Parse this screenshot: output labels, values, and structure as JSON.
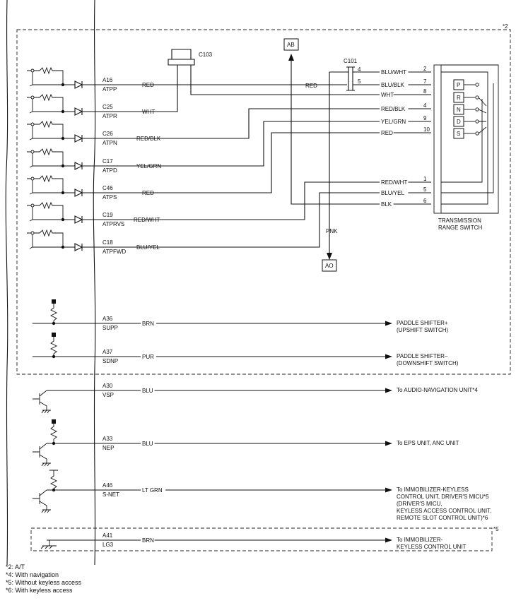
{
  "notes_ref": {
    "dash2": "*2",
    "dash5": "*5"
  },
  "c103": "C103",
  "c101": "C101",
  "ab": "AB",
  "ao": "AO",
  "pnk": "PNK",
  "inputs": [
    {
      "pin": "A16",
      "sig": "ATPP",
      "color": "RED"
    },
    {
      "pin": "C25",
      "sig": "ATPR",
      "color": "WHT"
    },
    {
      "pin": "C26",
      "sig": "ATPN",
      "color": "RED/BLK"
    },
    {
      "pin": "C17",
      "sig": "ATPD",
      "color": "YEL/GRN"
    },
    {
      "pin": "C46",
      "sig": "ATPS",
      "color": "RED"
    },
    {
      "pin": "C19",
      "sig": "ATPRVS",
      "color": "RED/WHT"
    },
    {
      "pin": "C18",
      "sig": "ATPFWD",
      "color": "BLU/YEL"
    }
  ],
  "red_mid": "RED",
  "c101_pins": [
    "4",
    "5"
  ],
  "switch_wires": [
    {
      "color": "BLU/WHT",
      "pin": "2"
    },
    {
      "color": "BLU/BLK",
      "pin": "7"
    },
    {
      "color": "WHT",
      "pin": "8"
    },
    {
      "color": "RED/BLK",
      "pin": "4"
    },
    {
      "color": "YEL/GRN",
      "pin": "9"
    },
    {
      "color": "RED",
      "pin": "10"
    },
    {
      "color": "RED/WHT",
      "pin": "1"
    },
    {
      "color": "BLU/YEL",
      "pin": "5"
    },
    {
      "color": "BLK",
      "pin": "6"
    }
  ],
  "positions": [
    "P",
    "R",
    "N",
    "D",
    "S"
  ],
  "switch_label": [
    "TRANSMISSION",
    "RANGE SWITCH"
  ],
  "paddles": [
    {
      "pin": "A36",
      "sig": "SUPP",
      "color": "BRN",
      "dest": [
        "PADDLE SHIFTER+",
        "(UPSHIFT SWITCH)"
      ]
    },
    {
      "pin": "A37",
      "sig": "SDNP",
      "color": "PUR",
      "dest": [
        "PADDLE SHIFTER–",
        "(DOWNSHIFT SWITCH)"
      ]
    }
  ],
  "outputs": [
    {
      "pin": "A30",
      "sig": "VSP",
      "color": "BLU",
      "dest": [
        "To AUDIO-NAVIGATION UNIT*4"
      ]
    },
    {
      "pin": "A33",
      "sig": "NEP",
      "color": "BLU",
      "dest": [
        "To EPS UNIT, ANC UNIT"
      ]
    },
    {
      "pin": "A46",
      "sig": "S-NET",
      "color": "LT GRN",
      "dest": [
        "To IMMOBILIZER-KEYLESS",
        "CONTROL UNIT, DRIVER'S MICU*5",
        "(DRIVER'S MICU,",
        "KEYLESS ACCESS CONTROL UNIT,",
        "REMOTE SLOT CONTROL UNIT)*6"
      ]
    },
    {
      "pin": "A41",
      "sig": "LG3",
      "color": "BRN",
      "dest": [
        "To IMMOBILIZER-",
        "KEYLESS CONTROL UNIT"
      ]
    }
  ],
  "footnotes": [
    "*2: A/T",
    "*4: With navigation",
    "*5: Without keyless access",
    "*6: With keyless access"
  ]
}
